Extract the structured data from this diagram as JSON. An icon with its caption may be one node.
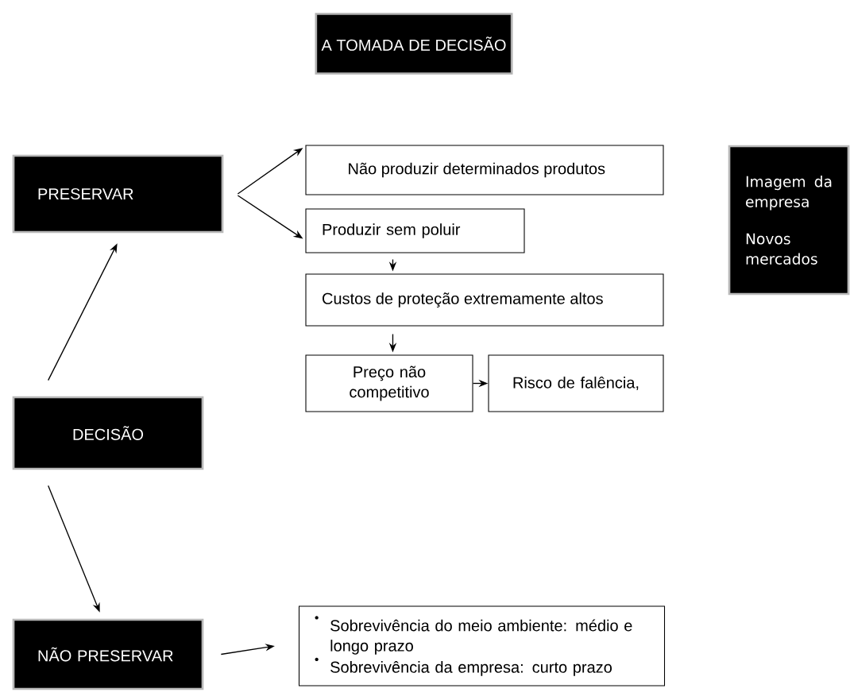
{
  "diagram": {
    "title": "A TOMADA DE DECISÃO",
    "nodes": [
      {
        "text": [
          "PRESERVAR"
        ]
      },
      {
        "text": [
          "Não produzir determinados produtos"
        ]
      },
      {
        "text": [
          "Produzir sem poluir"
        ]
      },
      {
        "text": [
          "Imagem da empresa",
          "Novos mercados"
        ]
      },
      {
        "text": [
          "Custos de proteção extremamente altos"
        ]
      },
      {
        "text": [
          "DECISÃO"
        ]
      },
      {
        "text": [
          "Preço não competitivo"
        ]
      },
      {
        "text": [
          "Risco de falência,"
        ]
      },
      {
        "text": [
          "NÃO PRESERVAR"
        ]
      },
      {
        "text": [
          "Sobrevivência do meio ambiente: médio e longo prazo",
          "Sobrevivência da empresa: curto prazo"
        ]
      }
    ],
    "edges": [
      {
        "from": 0,
        "to": 1,
        "arrow": "to"
      },
      {
        "from": 0,
        "to": 2,
        "arrow": "to"
      },
      {
        "from": 2,
        "to": 4,
        "arrow": "to"
      },
      {
        "from": 4,
        "to": 6,
        "arrow": "to"
      },
      {
        "from": 6,
        "to": 7,
        "arrow": "to"
      },
      {
        "from": 5,
        "to": 0,
        "arrow": "to"
      },
      {
        "from": 5,
        "to": 8,
        "arrow": "to"
      },
      {
        "from": 8,
        "to": 9,
        "arrow": "to"
      }
    ]
  }
}
